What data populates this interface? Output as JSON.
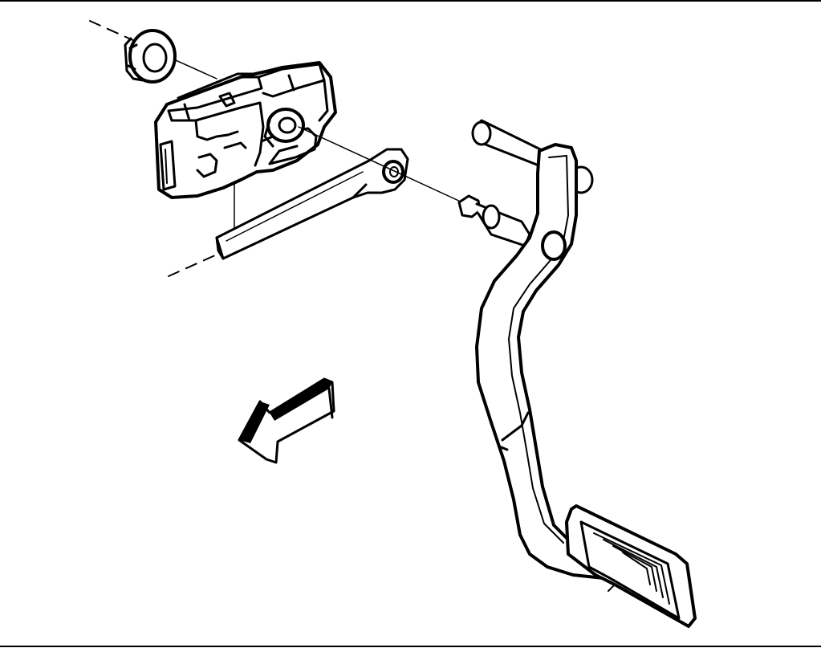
{
  "diagram": {
    "components": [
      "retaining-nut",
      "brake-switch-bracket",
      "pushrod",
      "pushrod-clevis-pin",
      "brake-pedal",
      "pedal-pivot-bolt",
      "pedal-pad",
      "direction-arrow"
    ],
    "colors": {
      "ink": "#000000",
      "background": "#ffffff"
    }
  }
}
